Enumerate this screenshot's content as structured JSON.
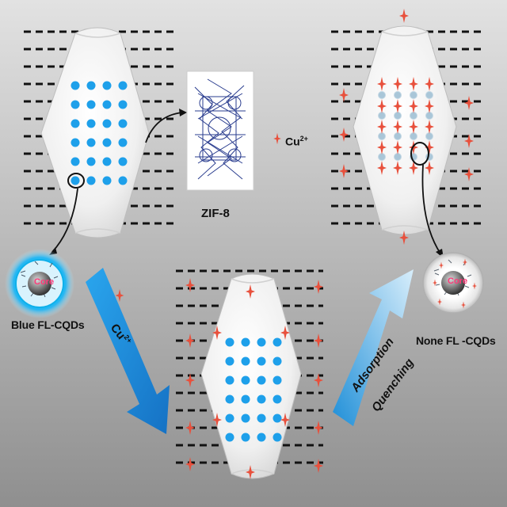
{
  "labels": {
    "zif8": "ZIF-8",
    "cu_legend": "Cu",
    "cu_legend_charge": "2+",
    "cu_arrow": "Cu",
    "cu_arrow_charge": "2+",
    "blue_fl_cqds": "Blue FL-CQDs",
    "none_fl_cqds": "None FL -CQDs",
    "adsorption": "Adsorption",
    "quenching": "Quenching",
    "core": "Core"
  },
  "colors": {
    "dot_blue": "#1ea0ea",
    "cu_star": "#e8503c",
    "arrow_blue": "#1f8fd8",
    "arrow_light": "#bfe3f7",
    "lattice": "#2a3d8f"
  },
  "icons": [
    "cu-ion-star-icon",
    "quantum-dot-core-icon",
    "zif8-framework-icon"
  ]
}
